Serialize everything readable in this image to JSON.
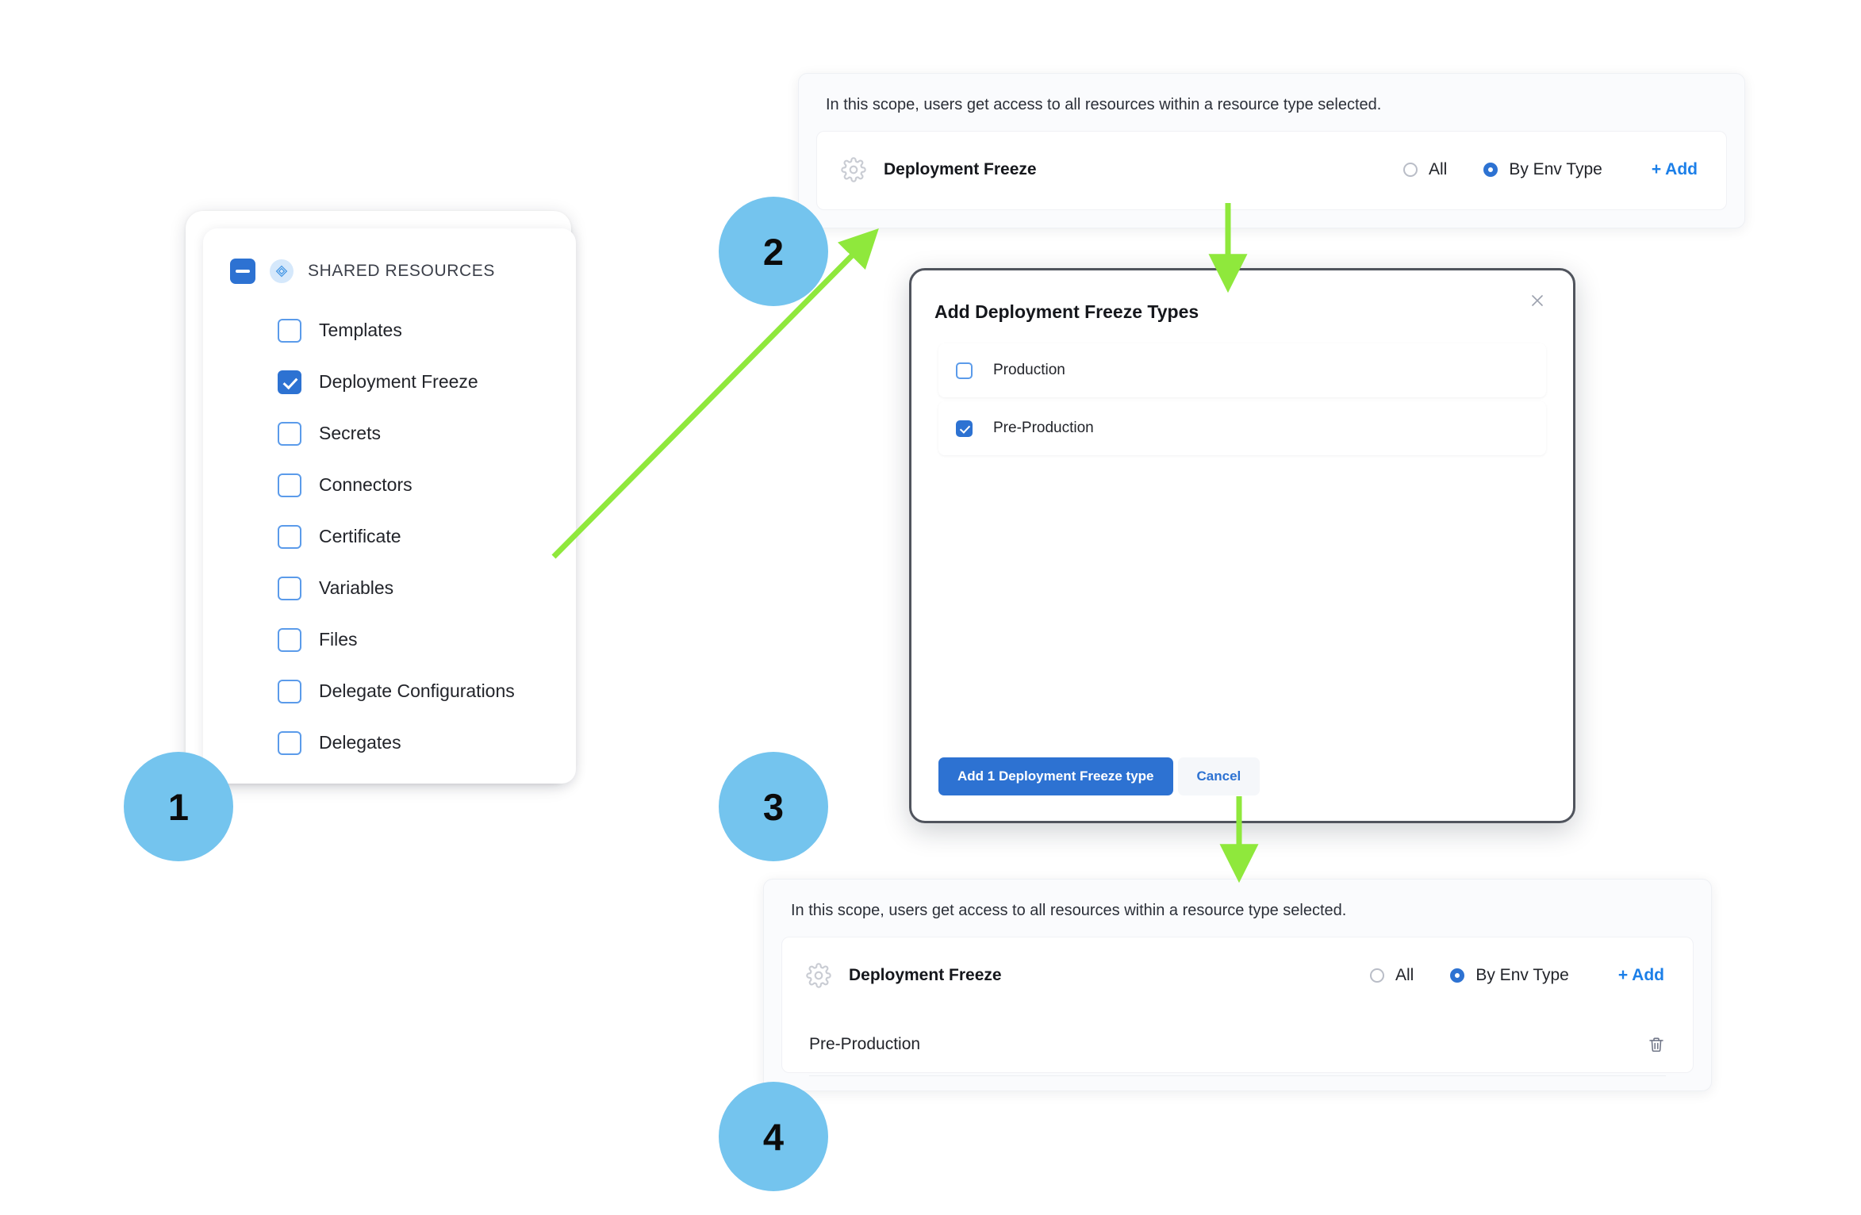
{
  "colors": {
    "accent_blue": "#2d72d2",
    "link_blue": "#1c7fe8",
    "step_circle": "#74C4EE",
    "arrow_green": "#8FE83C",
    "panel_bg": "#fafbfd"
  },
  "steps": [
    {
      "number": "1"
    },
    {
      "number": "2"
    },
    {
      "number": "3"
    },
    {
      "number": "4"
    }
  ],
  "resource_tree": {
    "header_label": "SHARED RESOURCES",
    "header_checkbox_state": "indeterminate",
    "header_icon": "diamond-icon",
    "items": [
      {
        "label": "Templates",
        "checked": false
      },
      {
        "label": "Deployment Freeze",
        "checked": true
      },
      {
        "label": "Secrets",
        "checked": false
      },
      {
        "label": "Connectors",
        "checked": false
      },
      {
        "label": "Certificate",
        "checked": false
      },
      {
        "label": "Variables",
        "checked": false
      },
      {
        "label": "Files",
        "checked": false
      },
      {
        "label": "Delegate Configurations",
        "checked": false
      },
      {
        "label": "Delegates",
        "checked": false
      }
    ]
  },
  "scope_panel_before": {
    "note": "In this scope, users get access to all resources within a resource type selected.",
    "resource_icon": "gear-icon",
    "resource_title": "Deployment Freeze",
    "radio_all_label": "All",
    "radio_all_selected": false,
    "radio_env_label": "By Env Type",
    "radio_env_selected": true,
    "add_label": "+ Add",
    "env_rows": []
  },
  "scope_panel_after": {
    "note": "In this scope, users get access to all resources within a resource type selected.",
    "resource_icon": "gear-icon",
    "resource_title": "Deployment Freeze",
    "radio_all_label": "All",
    "radio_all_selected": false,
    "radio_env_label": "By Env Type",
    "radio_env_selected": true,
    "add_label": "+ Add",
    "env_rows": [
      {
        "name": "Pre-Production",
        "delete_icon": "trash-icon"
      }
    ]
  },
  "modal": {
    "title": "Add Deployment Freeze Types",
    "close_icon": "close-icon",
    "options": [
      {
        "label": "Production",
        "checked": false
      },
      {
        "label": "Pre-Production",
        "checked": true
      }
    ],
    "primary_button": "Add 1 Deployment Freeze type",
    "secondary_button": "Cancel"
  }
}
